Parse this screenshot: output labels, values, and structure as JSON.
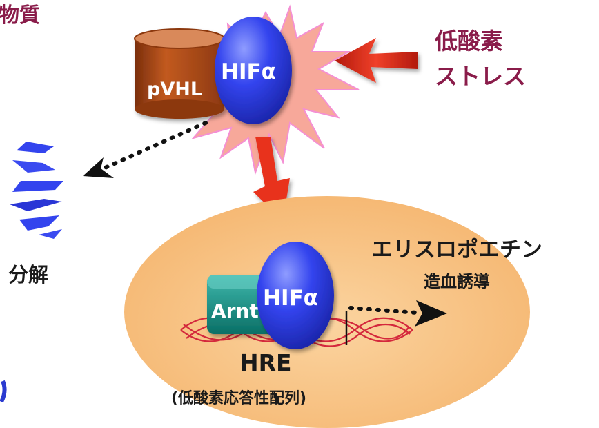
{
  "corner_text": "物質",
  "stress_label": {
    "line1": "低酸素",
    "line2": "ストレス"
  },
  "pvhl_label": "pVHL",
  "hif_label_top": "HIFα",
  "degradation_label": "分解",
  "arnt_label": "Arnt",
  "hif_label_nucleus": "HIFα",
  "hre_label": "HRE",
  "hre_sublabel": "(低酸素応答性配列)",
  "target_gene": "エリスロポエチン",
  "target_effect": "造血誘導",
  "colors": {
    "label_maroon": "#8a1c4a",
    "arrow_red": "#e8321e",
    "burst": "#f7a89a",
    "hif_blue": "#2f3fe0",
    "pvhl_brown": "#a8481a",
    "arnt_teal": "#0f8a80",
    "nucleus": "#f8c68a",
    "dna_red": "#d4283c"
  },
  "icons": [
    "explosion-burst-icon",
    "cylinder-icon",
    "oval-protein-icon",
    "dotted-arrow-icon",
    "dna-helix-icon"
  ]
}
